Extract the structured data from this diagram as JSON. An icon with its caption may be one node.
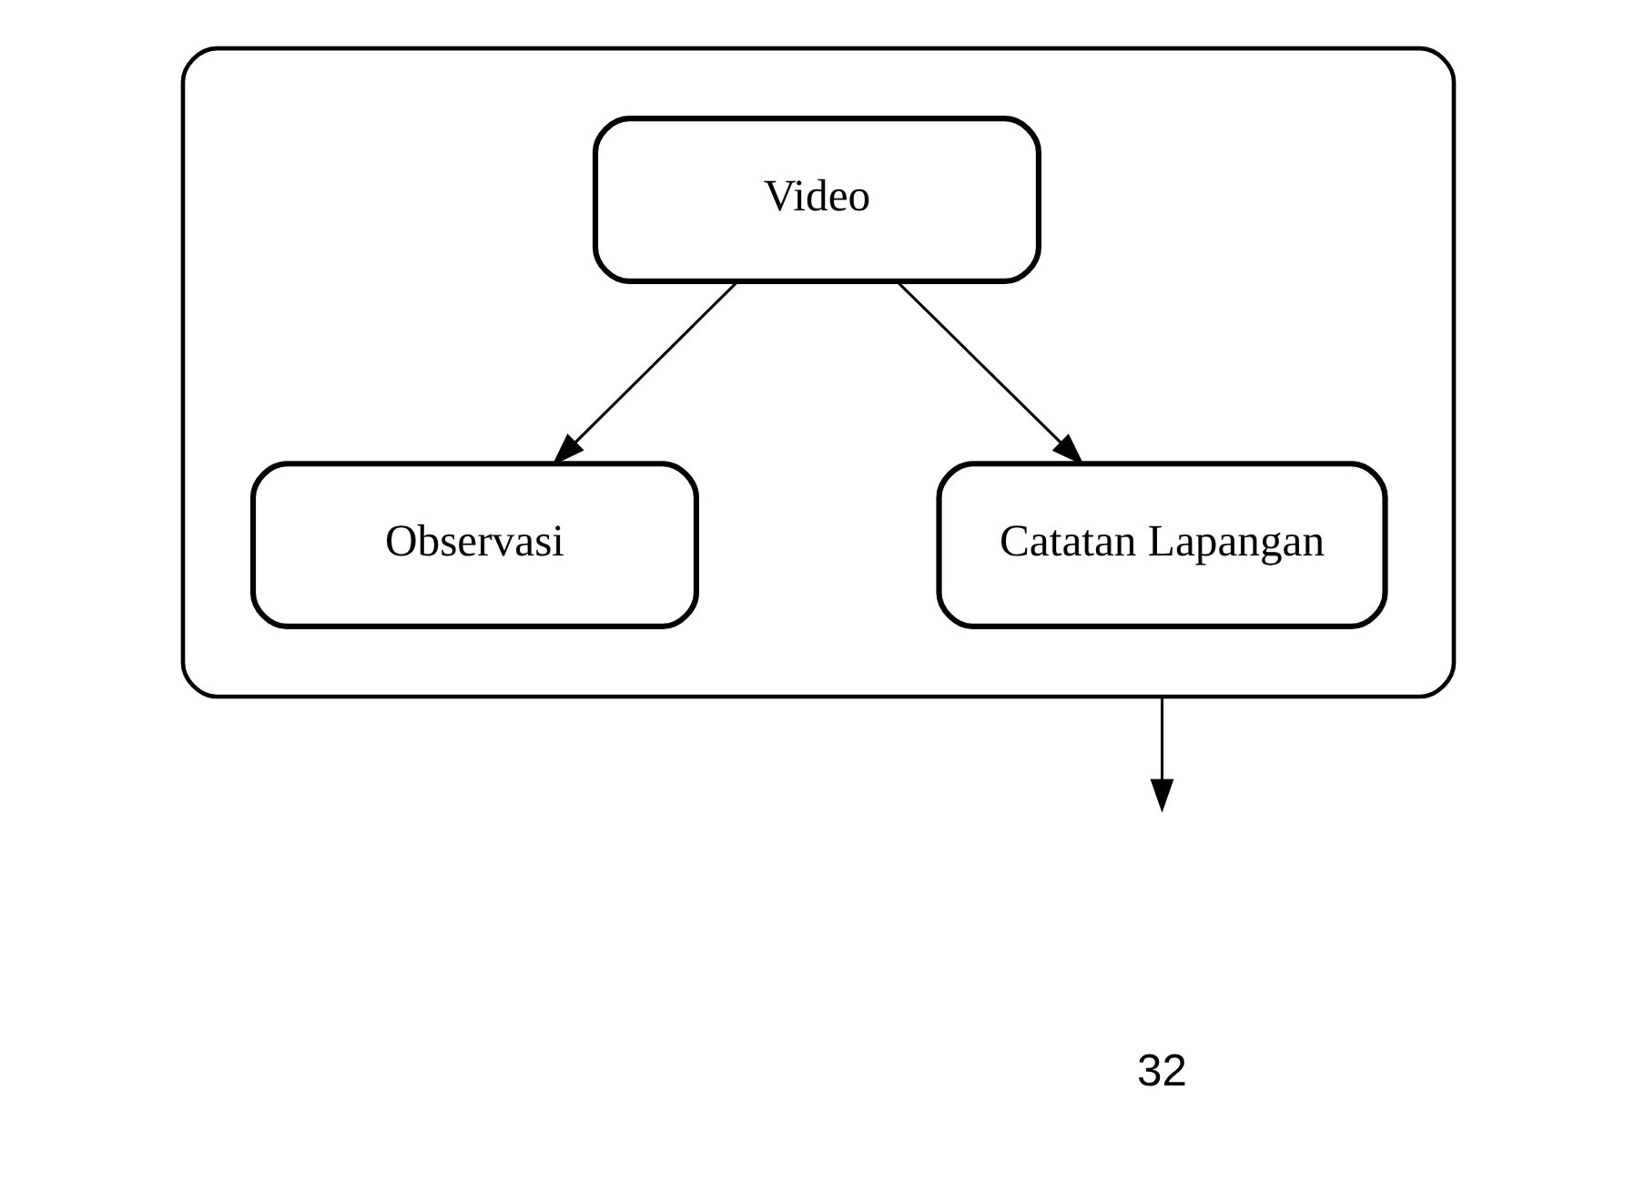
{
  "diagram": {
    "nodes": [
      {
        "text": [],
        "shape": "box"
      },
      {
        "text": [
          "Video"
        ],
        "in": 0
      },
      {
        "text": [
          "Observasi"
        ],
        "in": 0
      },
      {
        "text": [
          "Catatan Lapangan"
        ],
        "in": 0
      }
    ],
    "edges": [
      {
        "from": 1,
        "to": 2,
        "arrow": "to"
      },
      {
        "from": 1,
        "to": 3,
        "arrow": "to"
      },
      {
        "from": 0,
        "to": null,
        "arrow": "to"
      }
    ],
    "labels": [
      "32"
    ]
  }
}
